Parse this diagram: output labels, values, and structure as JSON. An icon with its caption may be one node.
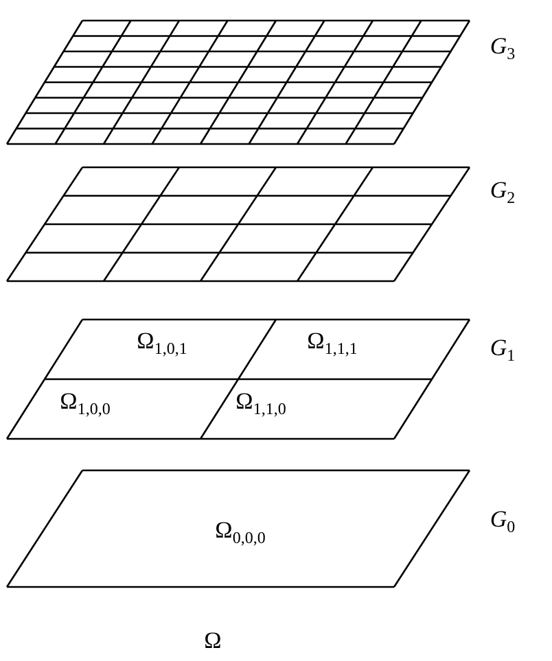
{
  "diagram": {
    "labels": [
      "G$_{3}$",
      "G$_{2}$",
      "Ω$_{1,0,1}$",
      "Ω$_{1,1,1}$",
      "G$_{1}$",
      "Ω$_{1,0,0}$",
      "Ω$_{1,1,0}$",
      "Ω$_{0,0,0}$",
      "G$_{0}$",
      "Ω"
    ]
  }
}
